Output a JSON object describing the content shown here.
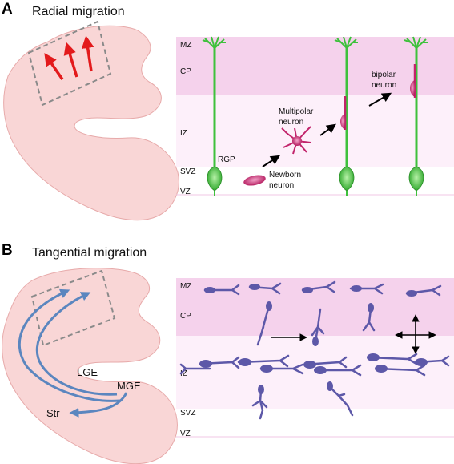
{
  "panelA": {
    "letter": "A",
    "title": "Radial migration",
    "layers": [
      "MZ",
      "CP",
      "IZ",
      "SVZ",
      "VZ"
    ],
    "annotations": {
      "rgp": "RGP",
      "newborn_line1": "Newborn",
      "newborn_line2": "neuron",
      "multipolar_line1": "Multipolar",
      "multipolar_line2": "neuron",
      "bipolar_line1": "bipolar",
      "bipolar_line2": "neuron"
    }
  },
  "panelB": {
    "letter": "B",
    "title": "Tangential migration",
    "layers": [
      "MZ",
      "CP",
      "IZ",
      "SVZ",
      "VZ"
    ],
    "regions": {
      "lge": "LGE",
      "mge": "MGE",
      "str": "Str"
    }
  },
  "colors": {
    "brain": "#f9d6d6",
    "brain_outline": "#e7aaaa",
    "radial_arrow": "#e31a1c",
    "tangential_arrow": "#5b86bf",
    "rgp": "#3ec13c",
    "migrating_neuron": "#c2246b",
    "interneuron": "#5d58a8",
    "mz_cp_band": "#f5d2ec",
    "iz_band": "#fdf0fa"
  }
}
